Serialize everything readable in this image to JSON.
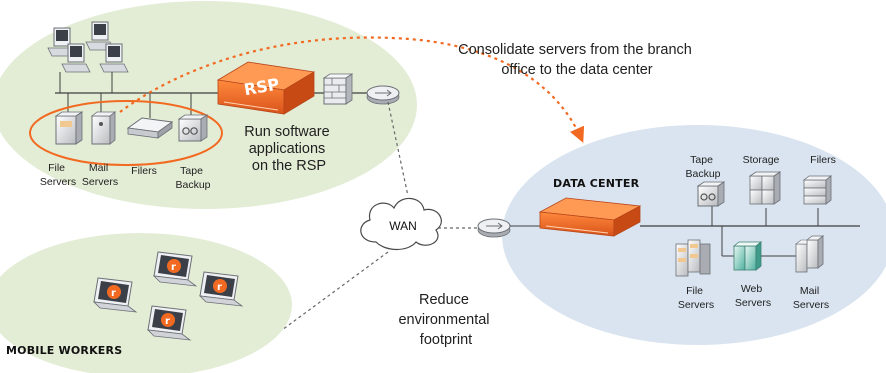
{
  "branch": {
    "items": [
      {
        "label": [
          "File",
          "Servers"
        ]
      },
      {
        "label": [
          "Mail",
          "Servers"
        ]
      },
      {
        "label": [
          "Filers"
        ]
      },
      {
        "label": [
          "Tape",
          "Backup"
        ]
      }
    ],
    "rsp_badge": "RSP",
    "rsp_caption": [
      "Run software",
      "applications",
      "on the RSP"
    ]
  },
  "consolidate_caption": [
    "Consolidate servers from the branch",
    "office to the data center"
  ],
  "wan_label": "WAN",
  "mobile_title": "MOBILE WORKERS",
  "reduce_caption": [
    "Reduce",
    "environmental",
    "footprint"
  ],
  "datacenter": {
    "title": "DATA CENTER",
    "top_items": [
      {
        "label": [
          "Tape",
          "Backup"
        ]
      },
      {
        "label": [
          "Storage"
        ]
      },
      {
        "label": [
          "Filers"
        ]
      }
    ],
    "bottom_items": [
      {
        "label": [
          "File",
          "Servers"
        ]
      },
      {
        "label": [
          "Web",
          "Servers"
        ]
      },
      {
        "label": [
          "Mail",
          "Servers"
        ]
      }
    ]
  },
  "colors": {
    "branch_bg": "#e3edd6",
    "mobile_bg": "#e3edd6",
    "datacenter_bg": "#d9e4f0",
    "accent_orange": "#f26a21"
  }
}
